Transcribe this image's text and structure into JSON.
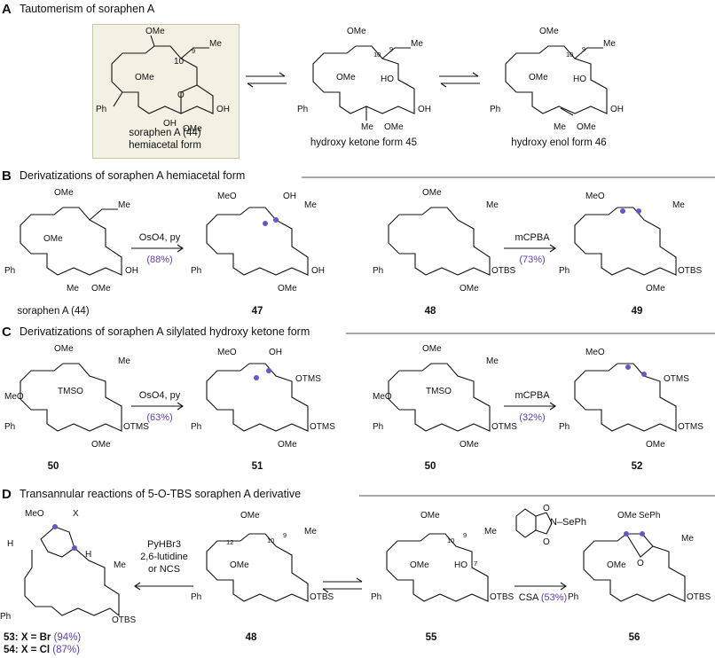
{
  "sections": [
    {
      "letter": "A",
      "title": "Tautomerism of soraphen A"
    },
    {
      "letter": "B",
      "title": "Derivatizations of soraphen A hemiacetal form"
    },
    {
      "letter": "C",
      "title": "Derivatizations of soraphen A silylated hydroxy ketone form"
    },
    {
      "letter": "D",
      "title": "Transannular reactions of 5-O-TBS soraphen A derivative"
    }
  ],
  "sectionA": {
    "hemiacetal_caption_1": "soraphen A (44)",
    "hemiacetal_caption_2": "hemiacetal form",
    "ketone_caption": "hydroxy ketone form 45",
    "enol_caption": "hydroxy enol form 46"
  },
  "sectionB": {
    "left_caption": "soraphen A (44)",
    "r1_reagent": "OsO4, py",
    "r1_yield": "(88%)",
    "product1": "47",
    "start2": "48",
    "r2_reagent": "mCPBA",
    "r2_yield": "(73%)",
    "product2": "49"
  },
  "sectionC": {
    "start1": "50",
    "r1_reagent": "OsO4, py",
    "r1_yield": "(63%)",
    "product1": "51",
    "start2": "50",
    "r2_reagent": "mCPBA",
    "r2_yield": "(32%)",
    "product2": "52"
  },
  "sectionD": {
    "left_reagent_1": "PyHBr3",
    "left_reagent_2": "2,6-lutidine",
    "left_reagent_3": "or NCS",
    "middle": "48",
    "tautomer": "55",
    "right_reagent_top": "N–SePh",
    "right_reagent": "CSA",
    "right_yield": "(53%)",
    "product": "56",
    "prod53": "53: X = Br",
    "prod53_yield": "(94%)",
    "prod54": "54: X = Cl",
    "prod54_yield": "(87%)"
  },
  "labels": {
    "OMe": "OMe",
    "Me": "Me",
    "OH": "OH",
    "Ph": "Ph",
    "O": "O",
    "OTBS": "OTBS",
    "OTMS": "OTMS",
    "TMSO": "TMSO",
    "MeO": "MeO",
    "HO": "HO",
    "H": "H",
    "X": "X",
    "SePh": "SePh",
    "n9": "9",
    "n10": "10",
    "n12": "12",
    "n7": "7"
  },
  "colors": {
    "yield": "#5b3fa8",
    "highlight_dot": "#6d52c8",
    "rule": "#a8a8a8",
    "box": "#f3f1e3"
  }
}
